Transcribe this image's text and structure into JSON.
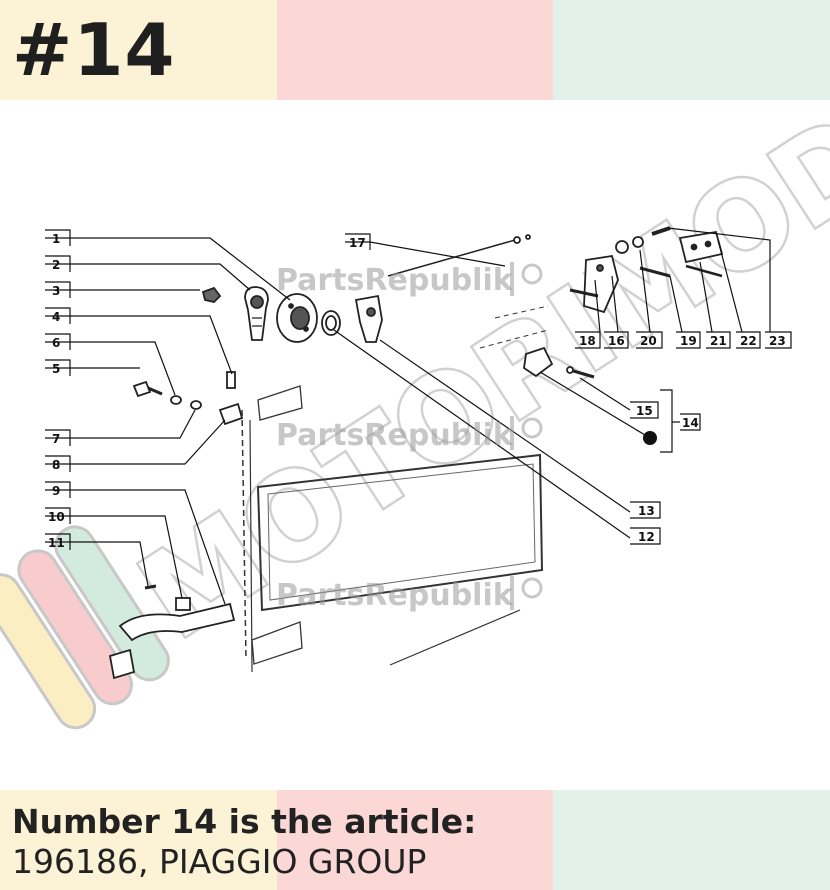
{
  "title": {
    "text": "#14"
  },
  "footer": {
    "line1": "Number 14 is the article:",
    "line2": "196186, PIAGGIO GROUP"
  },
  "colors": {
    "yellow": "#fcf3d6",
    "pink": "#fbd8d6",
    "green": "#e2f2ea"
  },
  "watermark": {
    "text": "PartsRepublik"
  },
  "logo": {
    "text": "MOTORIMODA"
  },
  "diagram": {
    "labels": {
      "l1": "1",
      "l2": "2",
      "l3": "3",
      "l4": "4",
      "l6": "6",
      "l5": "5",
      "l7": "7",
      "l8": "8",
      "l9": "9",
      "l10": "10",
      "l11": "11",
      "l17": "17",
      "l18": "18",
      "l16": "16",
      "l20": "20",
      "l19": "19",
      "l21": "21",
      "l22": "22",
      "l23": "23",
      "l15": "15",
      "l14": "14",
      "l13": "13",
      "l12": "12"
    }
  }
}
